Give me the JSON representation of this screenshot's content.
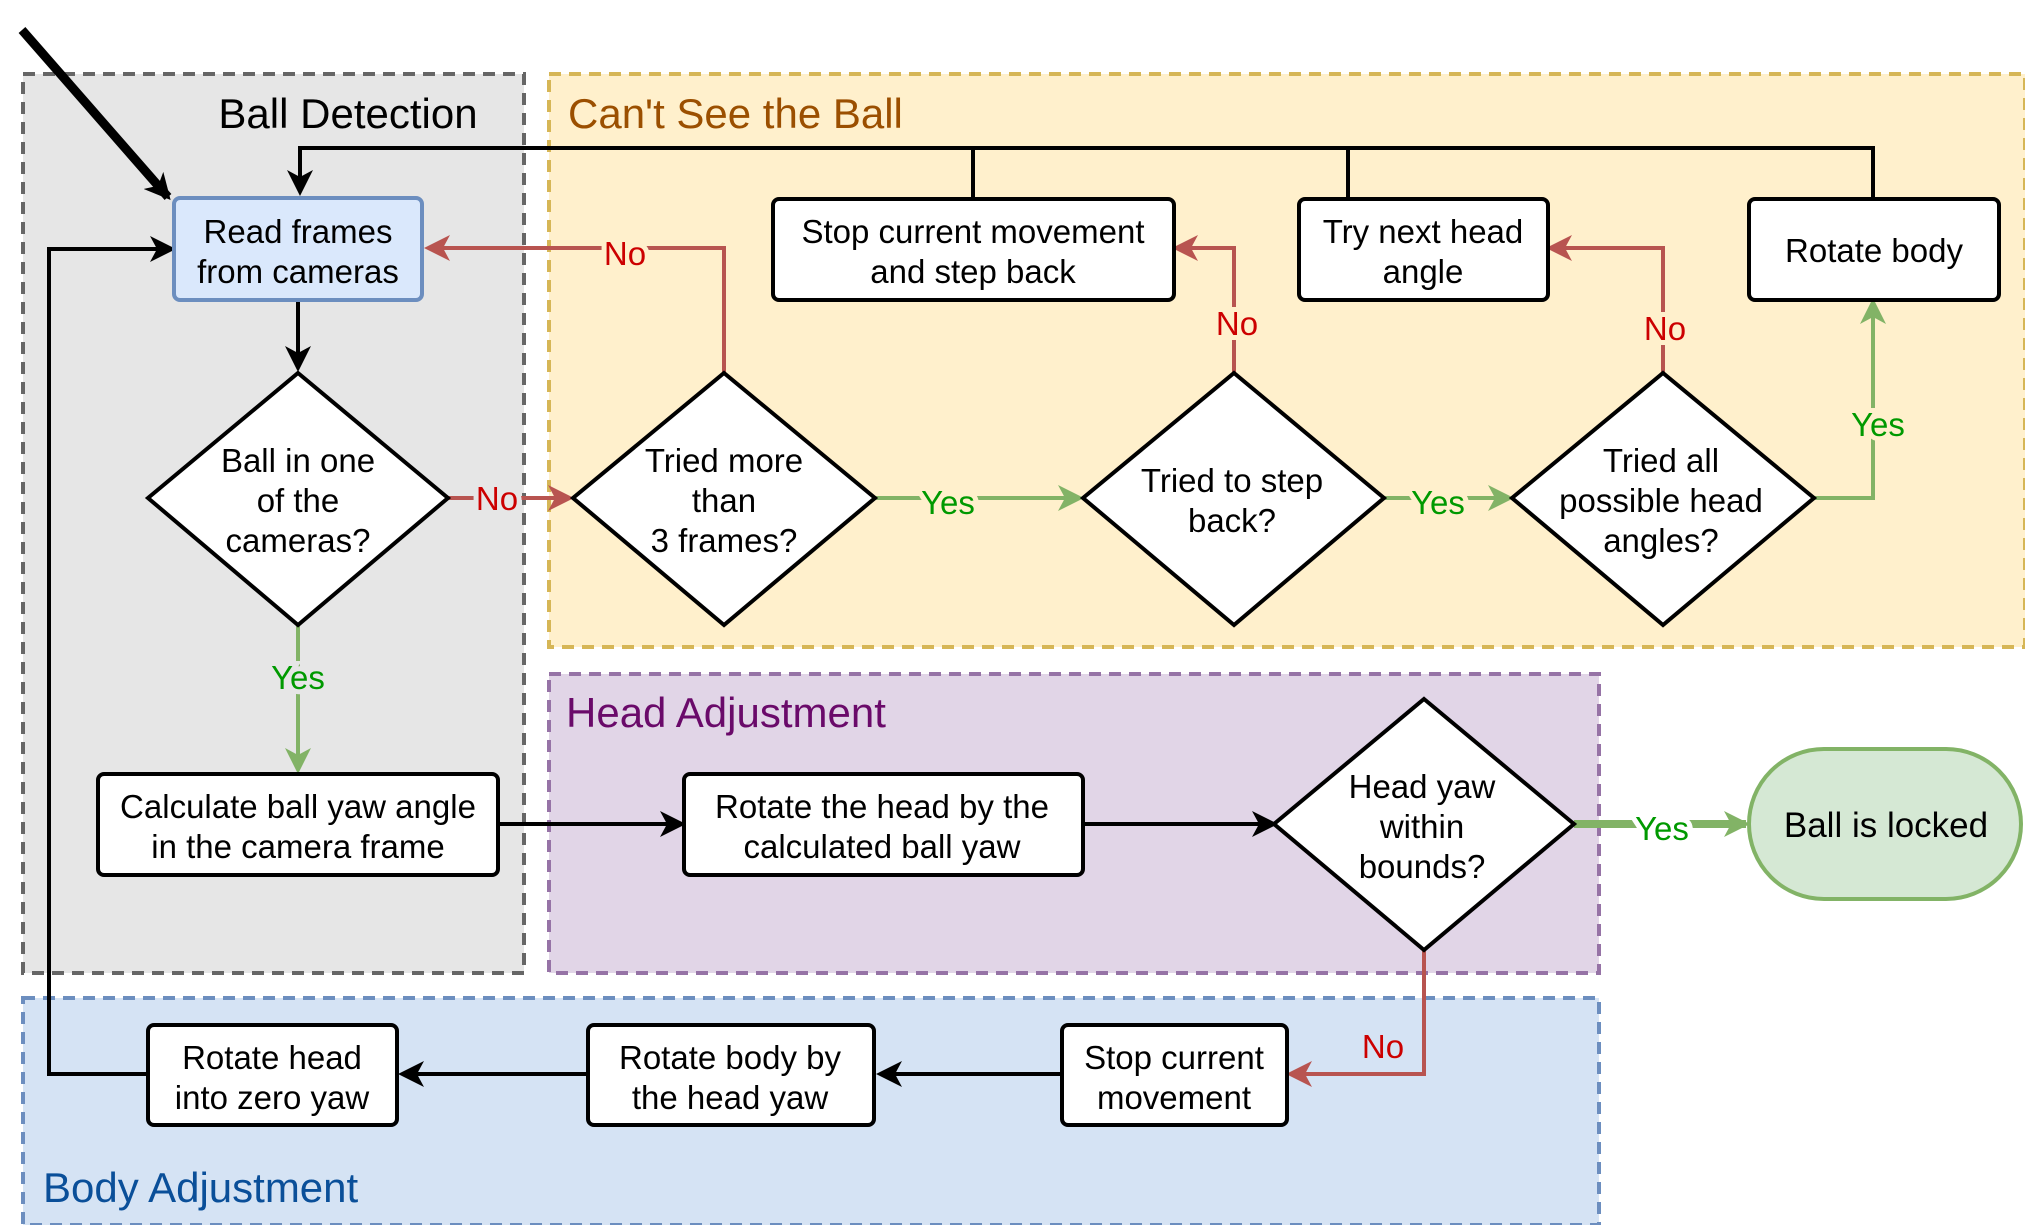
{
  "regions": {
    "ball_detection": {
      "title": "Ball Detection",
      "color": "#000000",
      "fill": "#e6e6e6",
      "border": "#666666"
    },
    "cant_see": {
      "title": "Can't See the Ball",
      "color": "#9b4f00",
      "fill": "#fff0cc",
      "border": "#d6b656"
    },
    "head_adjustment": {
      "title": "Head Adjustment",
      "color": "#6a0a6a",
      "fill": "#e1d5e7",
      "border": "#9673a6"
    },
    "body_adjustment": {
      "title": "Body Adjustment",
      "color": "#0a4f99",
      "fill": "#d5e3f4",
      "border": "#6c8ebf"
    }
  },
  "nodes": {
    "read_frames": {
      "lines": [
        "Read frames",
        "from cameras"
      ],
      "fill": "#dae8fc",
      "stroke": "#6c8ebf"
    },
    "ball_in_camera": {
      "lines": [
        "Ball in one",
        "of the",
        "cameras?"
      ]
    },
    "calc_yaw": {
      "lines": [
        "Calculate ball yaw angle",
        "in the camera frame"
      ]
    },
    "tried_frames": {
      "lines": [
        "Tried more",
        "than",
        "3 frames?"
      ]
    },
    "stop_step_back": {
      "lines": [
        "Stop current movement",
        "and step back"
      ]
    },
    "tried_step_back": {
      "lines": [
        "Tried to step",
        "back?"
      ]
    },
    "try_next_angle": {
      "lines": [
        "Try next head",
        "angle"
      ]
    },
    "tried_all_angles": {
      "lines": [
        "Tried all",
        "possible head",
        "angles?"
      ]
    },
    "rotate_body_search": {
      "lines": [
        "Rotate body"
      ]
    },
    "rotate_head_yaw": {
      "lines": [
        "Rotate the head by the",
        "calculated ball yaw"
      ]
    },
    "head_yaw_bounds": {
      "lines": [
        "Head yaw",
        "within",
        "bounds?"
      ]
    },
    "ball_locked": {
      "lines": [
        "Ball is locked"
      ],
      "fill": "#d5e8d4",
      "stroke": "#82b366"
    },
    "stop_movement": {
      "lines": [
        "Stop current",
        "movement"
      ]
    },
    "rotate_body_head_yaw": {
      "lines": [
        "Rotate body by",
        "the head yaw"
      ]
    },
    "rotate_head_zero": {
      "lines": [
        "Rotate head",
        "into zero yaw"
      ]
    }
  },
  "edge_labels": {
    "no": "No",
    "yes": "Yes",
    "no_color": "#cc0000",
    "no_line_color": "#b85450",
    "yes_color": "#009900",
    "yes_line_color": "#82b366"
  }
}
